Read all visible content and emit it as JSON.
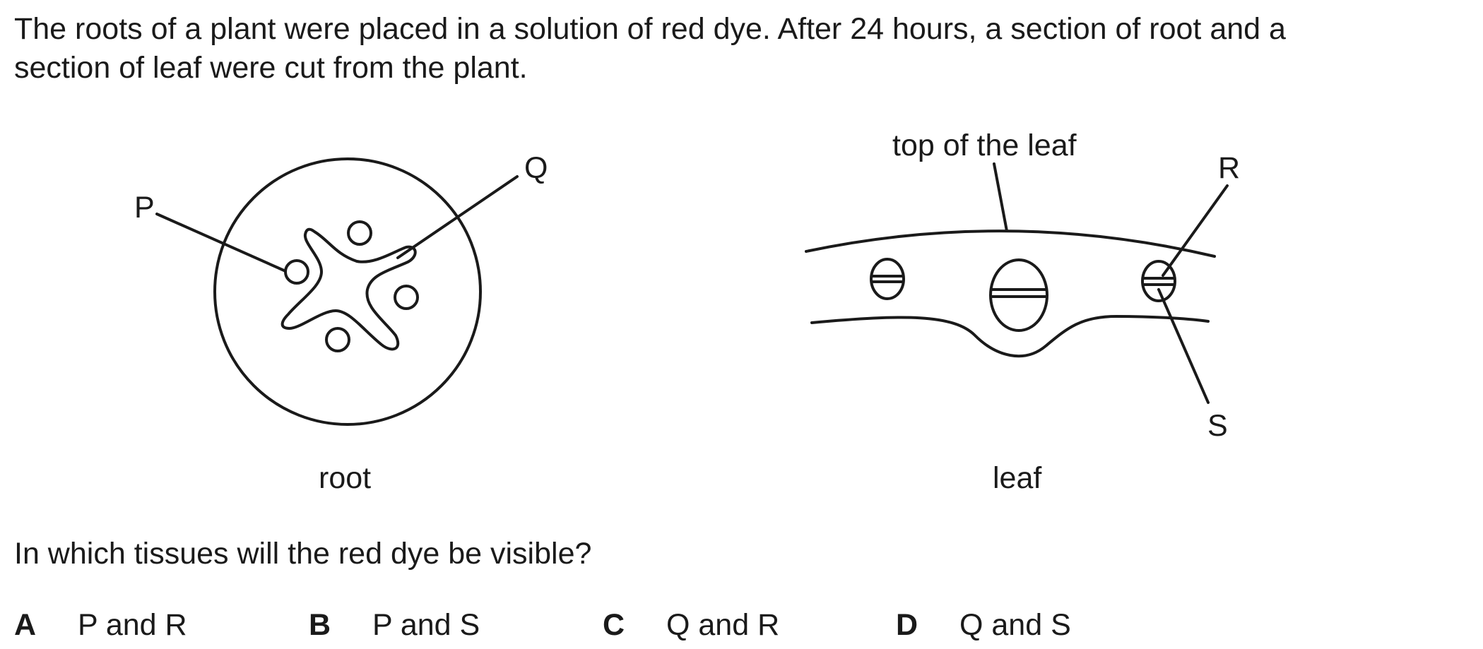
{
  "stem": {
    "line1": "The roots of a plant were placed in a solution of red dye. After 24 hours, a section of root and a",
    "line2": "section of leaf were cut from the plant."
  },
  "figure": {
    "root": {
      "caption": "root",
      "label_p": "P",
      "label_q": "Q"
    },
    "leaf": {
      "caption": "leaf",
      "label_top": "top of the leaf",
      "label_r": "R",
      "label_s": "S"
    }
  },
  "question": "In which tissues will the red dye be visible?",
  "options": [
    {
      "letter": "A",
      "text": "P and R"
    },
    {
      "letter": "B",
      "text": "P and S"
    },
    {
      "letter": "C",
      "text": "Q and R"
    },
    {
      "letter": "D",
      "text": "Q and S"
    }
  ]
}
